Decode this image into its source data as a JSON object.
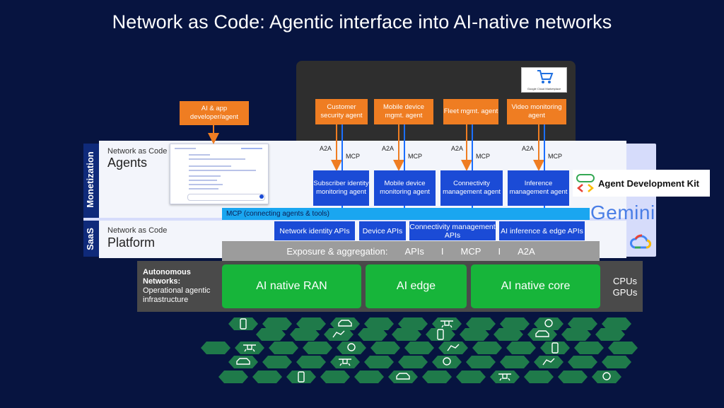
{
  "title": "Network as Code: Agentic interface into AI-native networks",
  "marketplace": {
    "logo_label": "Google Cloud Marketplace",
    "agents": [
      {
        "label": "Customer security agent"
      },
      {
        "label": "Mobile device mgmt. agent"
      },
      {
        "label": "Fleet mgmt. agent"
      },
      {
        "label": "Video monitoring agent"
      }
    ]
  },
  "developer_agent": "AI & app developer/agent",
  "rows": {
    "monetization_tag": "Monetization",
    "saas_tag": "SaaS",
    "agents_small": "Network as Code",
    "agents_big": "Agents",
    "platform_small": "Network as Code",
    "platform_big": "Platform"
  },
  "protocol_labels": {
    "a2a": "A2A",
    "mcp": "MCP"
  },
  "nac_agents": [
    {
      "label": "Subscriber identity monitoring agent"
    },
    {
      "label": "Mobile device monitoring agent"
    },
    {
      "label": "Connectivity management agent"
    },
    {
      "label": "Inference management agent"
    }
  ],
  "mcp_bar": "MCP (connecting agents & tools)",
  "apis": [
    {
      "label": "Network identity APIs"
    },
    {
      "label": "Device APIs"
    },
    {
      "label": "Connectivity management APIs"
    },
    {
      "label": "AI inference & edge APIs"
    }
  ],
  "exposure": {
    "label": "Exposure & aggregation:",
    "items": [
      "APIs",
      "I",
      "MCP",
      "I",
      "A2A"
    ]
  },
  "infra": {
    "label_bold": "Autonomous Networks:",
    "label_rest": "Operational agentic infrastructure",
    "blocks": [
      "AI native RAN",
      "AI edge",
      "AI native core"
    ],
    "compute": [
      "CPUs",
      "GPUs"
    ]
  },
  "partners": {
    "adk": "Agent Development Kit",
    "gemini": "Gemini"
  },
  "colors": {
    "background": "#071440",
    "orange": "#ef7d22",
    "blue": "#1b4bd6",
    "green": "#17b53a",
    "cyan": "#1aa6f0",
    "hex_green": "#1f7a4a"
  },
  "hex_icons": [
    "phone-icon",
    "car-icon",
    "drone-icon",
    "camera-icon",
    "robot-arm-icon"
  ]
}
